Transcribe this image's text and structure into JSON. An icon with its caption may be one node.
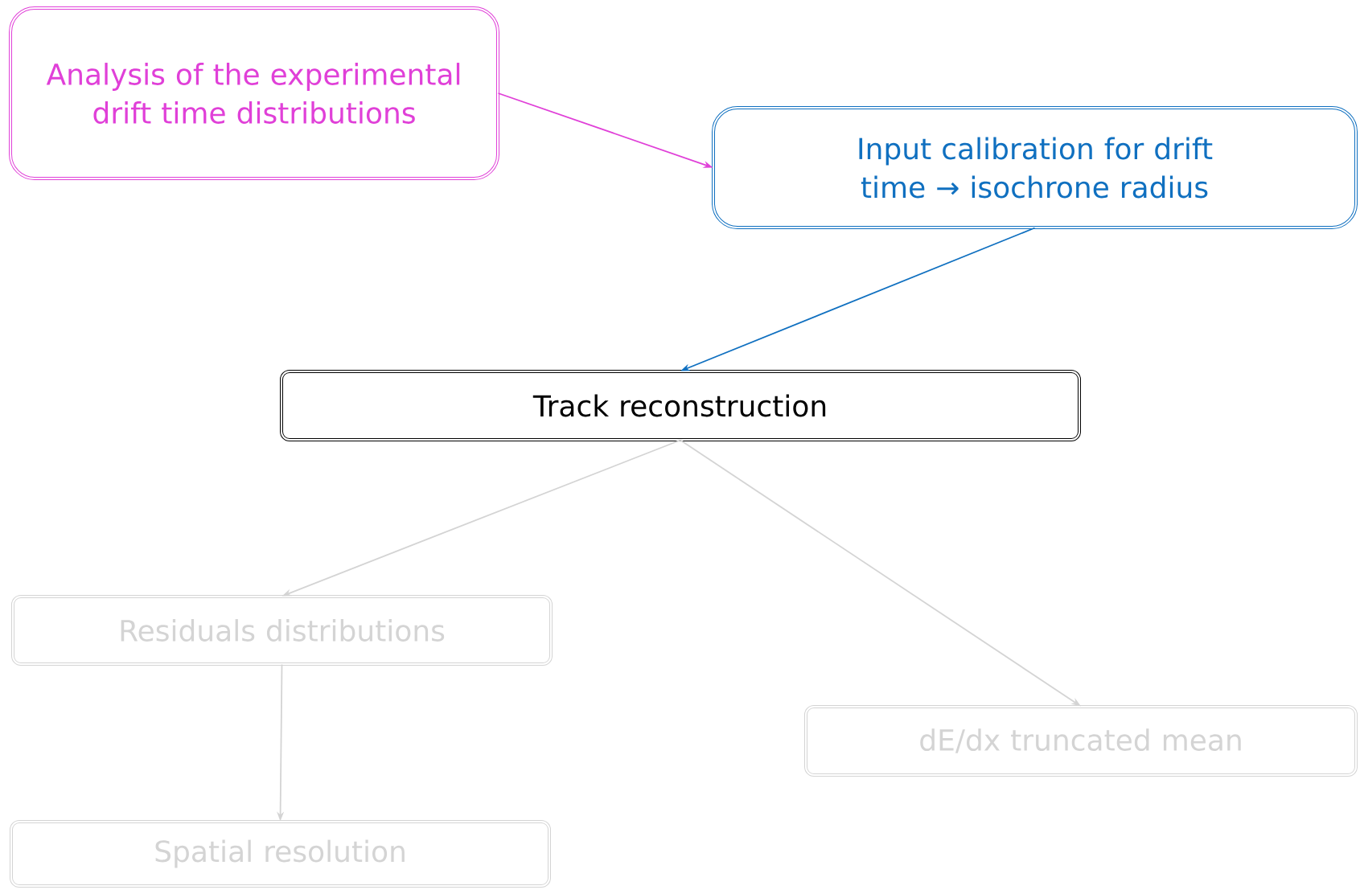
{
  "diagram": {
    "nodes": [
      {
        "text": [
          "Analysis of the experimental drift time distributions"
        ]
      },
      {
        "text": [
          "Input calibration for drift time → isochrone radius"
        ]
      },
      {
        "text": [
          "Track reconstruction"
        ]
      },
      {
        "text": [
          "Residuals distributions"
        ]
      },
      {
        "text": [
          "dE/dx truncated mean"
        ]
      },
      {
        "text": [
          "Spatial resolution"
        ]
      }
    ],
    "edges": [
      {
        "from": 0,
        "to": 1,
        "arrow": "to",
        "color": "#e040d8"
      },
      {
        "from": 1,
        "to": 2,
        "arrow": "to",
        "color": "#1070c0"
      },
      {
        "from": 2,
        "to": 3,
        "arrow": "to"
      },
      {
        "from": 2,
        "to": 4,
        "arrow": "to"
      },
      {
        "from": 3,
        "to": 5,
        "arrow": "to"
      }
    ]
  }
}
